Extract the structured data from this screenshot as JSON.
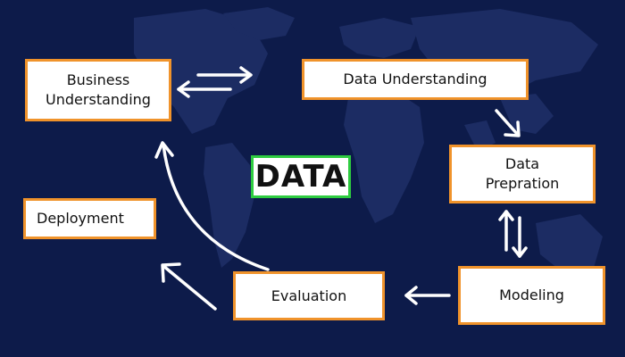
{
  "center": {
    "label": "DATA"
  },
  "stages": {
    "business": "Business\nUnderstanding",
    "data_understanding": "Data Understanding",
    "data_preparation": "Data\nPrepration",
    "modeling": "Modeling",
    "evaluation": "Evaluation",
    "deployment": "Deployment"
  },
  "colors": {
    "background": "#0d1b4a",
    "box_border": "#f0932b",
    "center_border": "#2ecc40",
    "arrow": "#ffffff",
    "map": "#1c2c63"
  }
}
